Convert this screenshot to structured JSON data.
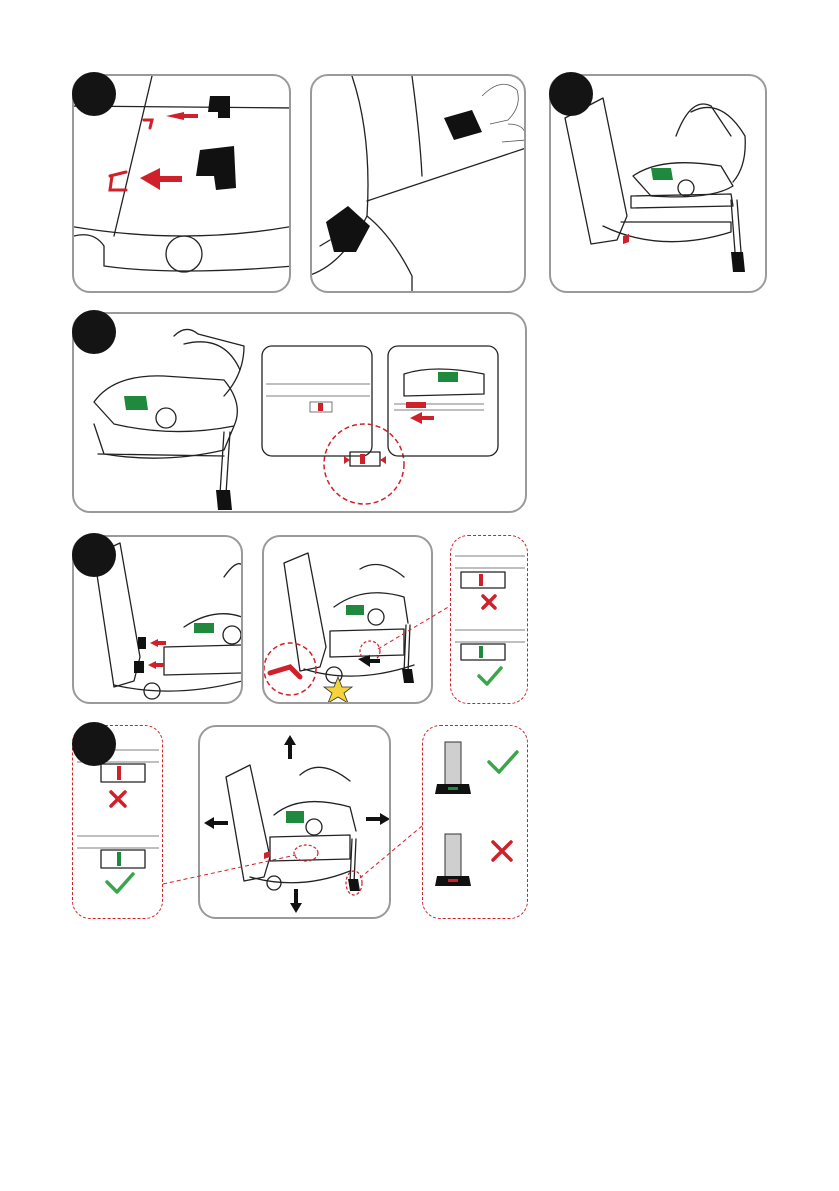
{
  "page": {
    "background": "#ffffff"
  },
  "colors": {
    "panel_border": "#9a9a9a",
    "accent_red": "#d0202a",
    "accent_green": "#1f8a3e",
    "check_green": "#3aa64a",
    "star_yellow": "#f5d33a",
    "badge": "#141414"
  },
  "icons": {
    "step_badge": "filled-black-circle",
    "arrow": "arrow-icon",
    "check": "check-mark-icon",
    "cross": "cross-mark-icon",
    "star": "star-icon"
  },
  "rows": [
    {
      "panels": [
        "isofix-guides-insert",
        "vehicle-seat-anchors",
        "base-in-seat"
      ]
    },
    {
      "panels": [
        "car-seat-on-base",
        "release-button-zoom",
        "indicator-red"
      ]
    },
    {
      "panels": [
        "push-base-to-anchors",
        "push-until-click",
        "indicator-check"
      ]
    },
    {
      "panels": [
        "side-indicator-check",
        "base-stability-check",
        "support-leg-indicator"
      ]
    }
  ]
}
